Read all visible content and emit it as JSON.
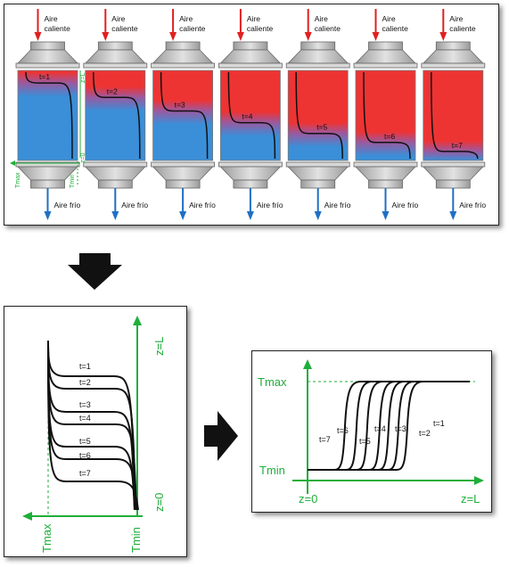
{
  "top": {
    "hot_air_label": "Aire caliente",
    "cold_air_label": "Aire frío",
    "columns": [
      {
        "label": "t=1"
      },
      {
        "label": "t=2"
      },
      {
        "label": "t=3"
      },
      {
        "label": "t=4"
      },
      {
        "label": "t=5"
      },
      {
        "label": "t=6"
      },
      {
        "label": "t=7"
      }
    ],
    "axis_labels": {
      "zL": "z=L",
      "z0": "z=0",
      "tmax": "Tmax",
      "tmin": "Tmin"
    }
  },
  "left_plot": {
    "z_top": "z=L",
    "z_bottom": "z=0",
    "tmax": "Tmax",
    "tmin": "Tmin",
    "curves": [
      "t=1",
      "t=2",
      "t=3",
      "t=4",
      "t=5",
      "t=6",
      "t=7"
    ]
  },
  "right_plot": {
    "tmax": "Tmax",
    "tmin": "Tmin",
    "z0": "z=0",
    "zL": "z=L",
    "curves": [
      "t=1",
      "t=2",
      "t=3",
      "t=4",
      "t=5",
      "t=6",
      "t=7"
    ]
  },
  "colors": {
    "hot": "#ee3333",
    "cold": "#3a8fd8",
    "axis": "#1fae3a",
    "arrow_red": "#e02020",
    "arrow_blue": "#1f6fc4"
  }
}
